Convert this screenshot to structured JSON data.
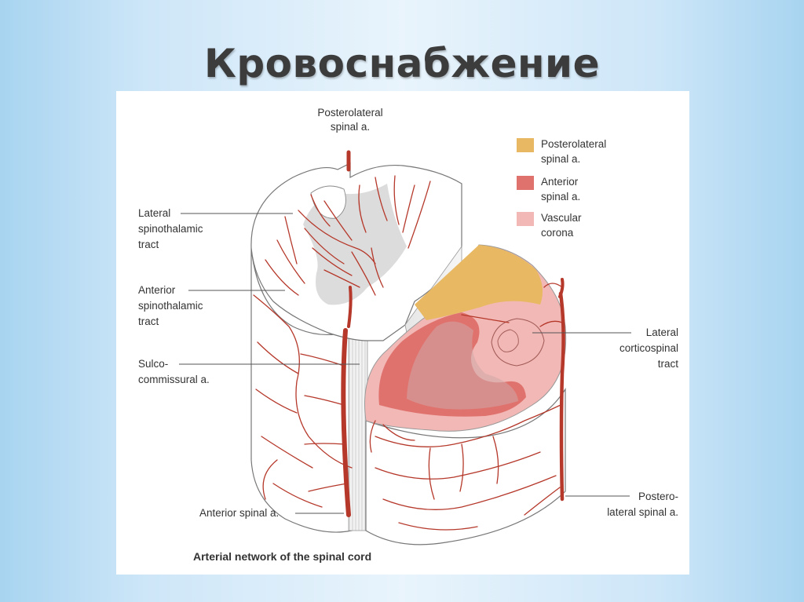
{
  "slide": {
    "title": "Кровоснабжение"
  },
  "figure": {
    "caption": "Arterial network of the spinal cord",
    "legend": [
      {
        "label_lines": [
          "Posterolateral",
          "spinal a."
        ],
        "color": "#e8b862"
      },
      {
        "label_lines": [
          "Anterior",
          "spinal a."
        ],
        "color": "#e0726d"
      },
      {
        "label_lines": [
          "Vascular",
          "corona"
        ],
        "color": "#f2b8b6"
      }
    ],
    "labels": {
      "posterolateral_top": [
        "Posterolateral",
        "spinal a."
      ],
      "lateral_spinothalamic": [
        "Lateral",
        "spinothalamic",
        "tract"
      ],
      "anterior_spinothalamic": [
        "Anterior",
        "spinothalamic",
        "tract"
      ],
      "sulco_commissural": [
        "Sulco-",
        "commissural a."
      ],
      "anterior_spinal": [
        "Anterior spinal a."
      ],
      "lateral_corticospinal": [
        "Lateral",
        "corticospinal",
        "tract"
      ],
      "posterolateral_bottom": [
        "Postero-",
        "lateral spinal a."
      ]
    },
    "colors": {
      "artery": "#b5382a",
      "grey_matter": "#d9d9d9",
      "posterolateral_zone": "#e8b862",
      "anterior_zone": "#e0726d",
      "corona_zone": "#f2b8b6"
    }
  }
}
